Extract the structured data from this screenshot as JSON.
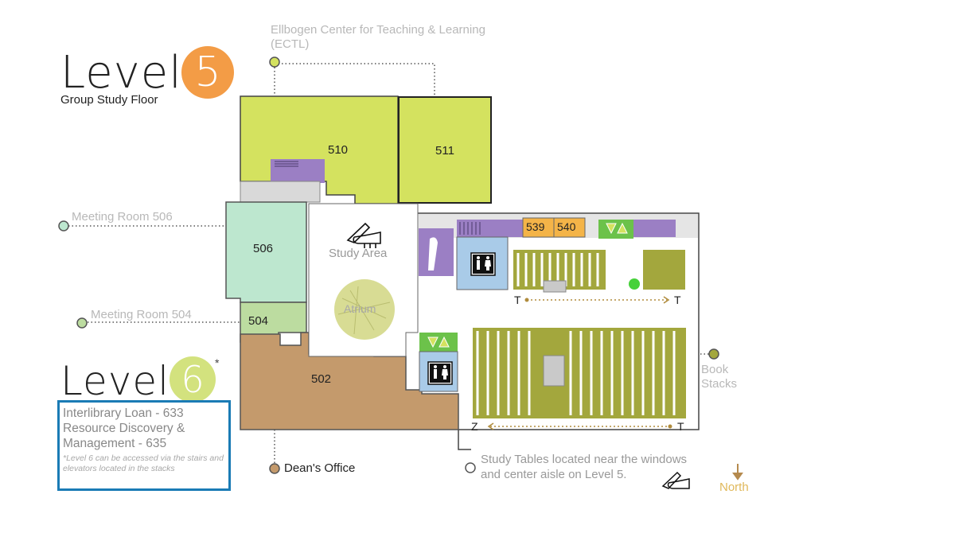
{
  "level5": {
    "word": "Level",
    "number": "5",
    "subtitle": "Group Study Floor",
    "circle_color": "#f39c46"
  },
  "level6": {
    "word": "Level",
    "number": "6",
    "asterisk": "*",
    "circle_color": "#d3e27e",
    "box_lines": [
      "Interlibrary Loan - 633",
      "Resource Discovery &",
      "Management - 635"
    ],
    "note": "*Level 6 can be accessed via the stairs and elevators located in the stacks",
    "box_color": "#1a7bb5"
  },
  "callouts": {
    "ectl": [
      "Ellbogen Center for Teaching & Learning",
      "(ECTL)"
    ],
    "meeting_506": "Meeting Room 506",
    "meeting_504": "Meeting Room 504",
    "book_stacks": [
      "Book",
      "Stacks"
    ],
    "deans_office": "Dean's Office",
    "study_tables": [
      "Study Tables located near the windows",
      "and center aisle on Level 5."
    ],
    "north": "North"
  },
  "rooms": {
    "r510": "510",
    "r511": "511",
    "r506": "506",
    "r504": "504",
    "r502": "502",
    "r539": "539",
    "r540": "540",
    "study_area": "Study Area",
    "atrium": "Atrium"
  },
  "aisle_labels": {
    "upper_left": "T",
    "upper_right": "T",
    "lower_left": "Z",
    "lower_right": "T"
  },
  "colors": {
    "room_510_511": "#d4e25f",
    "room_506": "#bde7cf",
    "room_504": "#bcdca0",
    "room_502": "#c49a6c",
    "stacks": "#a3a73d",
    "stair_purple": "#9b7fc4",
    "elevator_blue": "#a9cbe8",
    "room_539_540": "#f4b448",
    "green_arrow": "#6cc24a",
    "atrium": "#d8dc94",
    "north_arrow": "#b58a4e"
  },
  "icons": [
    "writing-hand-icon",
    "restroom-icon",
    "elevator-arrows-icon",
    "north-arrow-icon"
  ]
}
